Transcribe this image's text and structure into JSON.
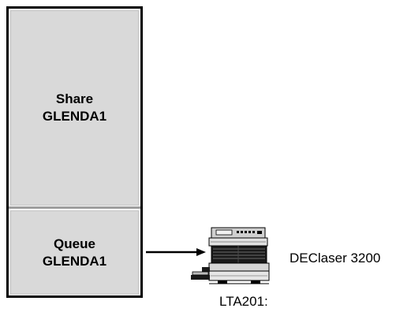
{
  "share": {
    "line1": "Share",
    "line2": "GLENDA1"
  },
  "queue": {
    "line1": "Queue",
    "line2": "GLENDA1"
  },
  "printer": {
    "name": "DEClaser 3200",
    "port": "LTA201:"
  },
  "colors": {
    "box_fill": "#d9d9d9",
    "divider": "#9e9e9e",
    "outline": "#000000"
  }
}
